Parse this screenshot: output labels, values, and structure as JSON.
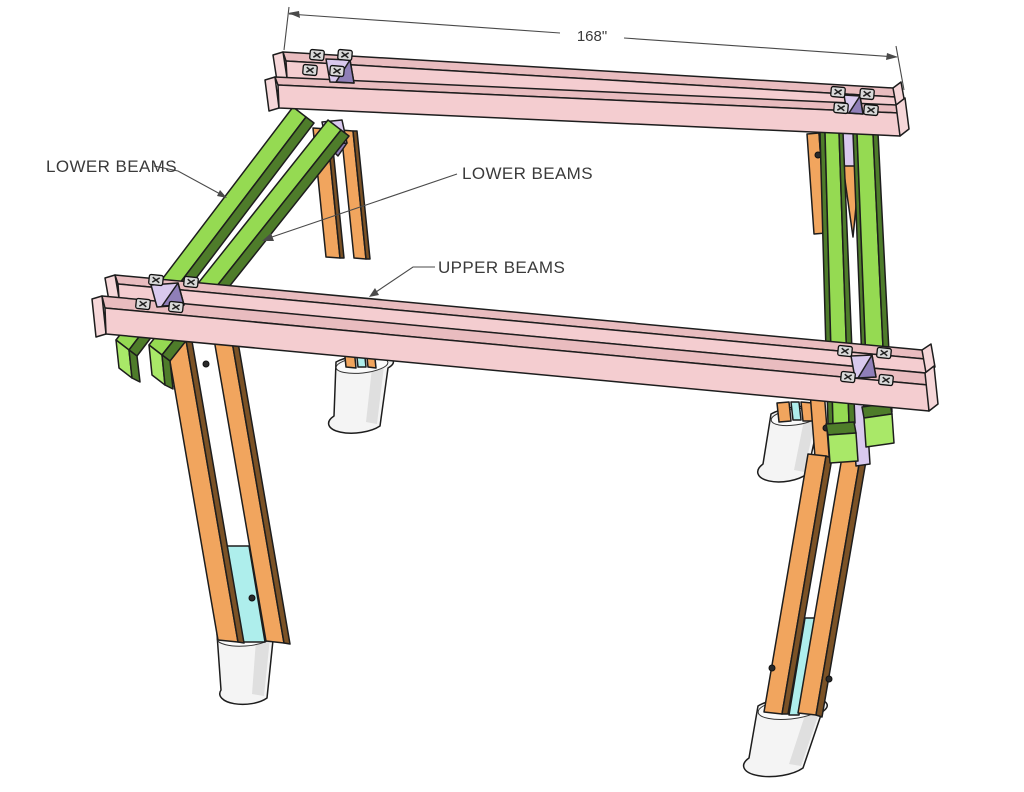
{
  "labels": {
    "dimension_length": "168\"",
    "lower_beams_left": "LOWER BEAMS",
    "lower_beams_right": "LOWER BEAMS",
    "upper_beams": "UPPER BEAMS"
  },
  "colors": {
    "upper_beam_pink_top": "#e9bcbf",
    "upper_beam_pink_front": "#f4cdd0",
    "upper_beam_pink_end": "#f6d7d9",
    "lower_beam_green_light": "#95da52",
    "lower_beam_green_dark": "#4e7c2a",
    "lower_beam_green_end": "#a9e868",
    "post_orange_light": "#f1a55e",
    "post_orange_dark": "#7b5226",
    "spacer_lavender_light": "#d9c9ee",
    "spacer_lavender_dark": "#8f7fb8",
    "post_insert_cyan": "#aeeeec",
    "footing_white": "#f4f4f4",
    "outline": "#1d1d1d",
    "annotation": "#3a3a3a"
  }
}
